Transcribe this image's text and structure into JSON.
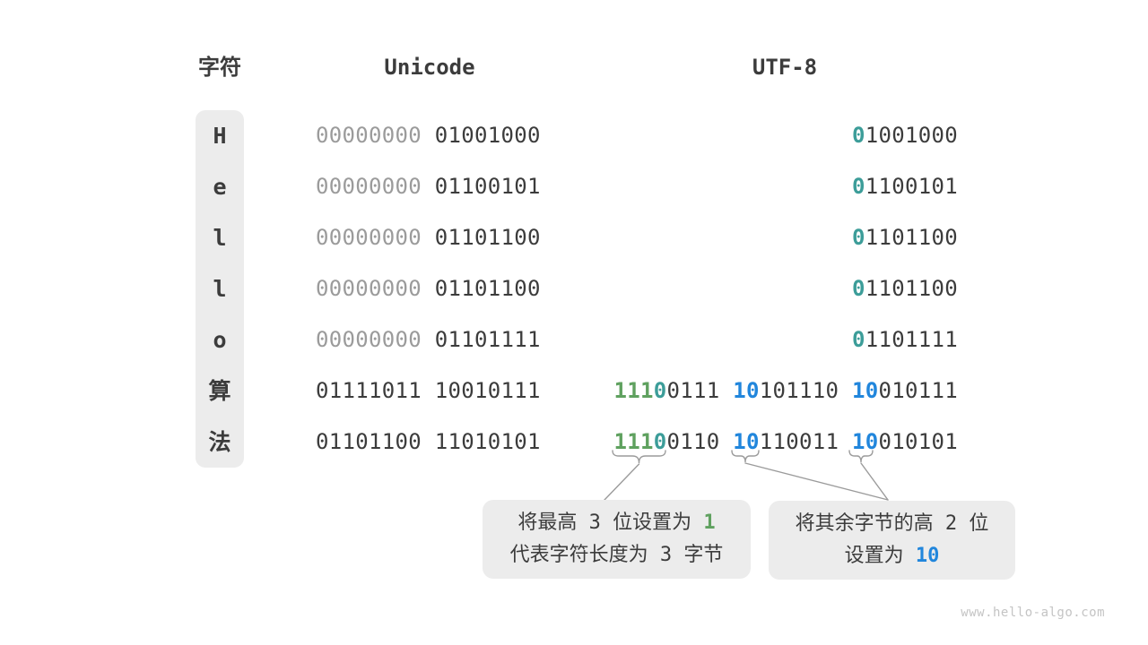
{
  "header": {
    "char_label": "字符",
    "unicode_label": "Unicode",
    "utf8_label": "UTF-8"
  },
  "rows": [
    {
      "char": "H",
      "unicode": [
        {
          "text": "00000000",
          "color": "gray"
        },
        {
          "text": " 01001000",
          "color": "dark"
        }
      ],
      "utf8": [
        {
          "text": "0",
          "color": "teal"
        },
        {
          "text": "1001000",
          "color": "dark"
        }
      ]
    },
    {
      "char": "e",
      "unicode": [
        {
          "text": "00000000",
          "color": "gray"
        },
        {
          "text": " 01100101",
          "color": "dark"
        }
      ],
      "utf8": [
        {
          "text": "0",
          "color": "teal"
        },
        {
          "text": "1100101",
          "color": "dark"
        }
      ]
    },
    {
      "char": "l",
      "unicode": [
        {
          "text": "00000000",
          "color": "gray"
        },
        {
          "text": " 01101100",
          "color": "dark"
        }
      ],
      "utf8": [
        {
          "text": "0",
          "color": "teal"
        },
        {
          "text": "1101100",
          "color": "dark"
        }
      ]
    },
    {
      "char": "l",
      "unicode": [
        {
          "text": "00000000",
          "color": "gray"
        },
        {
          "text": " 01101100",
          "color": "dark"
        }
      ],
      "utf8": [
        {
          "text": "0",
          "color": "teal"
        },
        {
          "text": "1101100",
          "color": "dark"
        }
      ]
    },
    {
      "char": "o",
      "unicode": [
        {
          "text": "00000000",
          "color": "gray"
        },
        {
          "text": " 01101111",
          "color": "dark"
        }
      ],
      "utf8": [
        {
          "text": "0",
          "color": "teal"
        },
        {
          "text": "1101111",
          "color": "dark"
        }
      ]
    },
    {
      "char": "算",
      "unicode": [
        {
          "text": "01111011 10010111",
          "color": "dark"
        }
      ],
      "utf8": [
        {
          "text": "111",
          "color": "green"
        },
        {
          "text": "0",
          "color": "teal"
        },
        {
          "text": "0111 ",
          "color": "dark"
        },
        {
          "text": "10",
          "color": "blue"
        },
        {
          "text": "101110 ",
          "color": "dark"
        },
        {
          "text": "10",
          "color": "blue"
        },
        {
          "text": "010111",
          "color": "dark"
        }
      ]
    },
    {
      "char": "法",
      "unicode": [
        {
          "text": "01101100 11010101",
          "color": "dark"
        }
      ],
      "utf8": [
        {
          "text": "111",
          "color": "green"
        },
        {
          "text": "0",
          "color": "teal"
        },
        {
          "text": "0110 ",
          "color": "dark"
        },
        {
          "text": "10",
          "color": "blue"
        },
        {
          "text": "110011 ",
          "color": "dark"
        },
        {
          "text": "10",
          "color": "blue"
        },
        {
          "text": "010101",
          "color": "dark"
        }
      ]
    }
  ],
  "callouts": {
    "left": {
      "line1_prefix": "将最高 3 位设置为 ",
      "line1_highlight": "1",
      "line2": "代表字符长度为 3 字节"
    },
    "right": {
      "line1": "将其余字节的高 2 位",
      "line2_prefix": "设置为 ",
      "line2_highlight": "10"
    }
  },
  "watermark": "www.hello-algo.com",
  "colors": {
    "text_dark": "#3c3c3c",
    "text_gray": "#9b9b9b",
    "panel_gray": "#ececec",
    "green": "#5fa15f",
    "teal": "#3c9d99",
    "blue": "#2186dc",
    "watermark_gray": "#c4c4c4"
  }
}
